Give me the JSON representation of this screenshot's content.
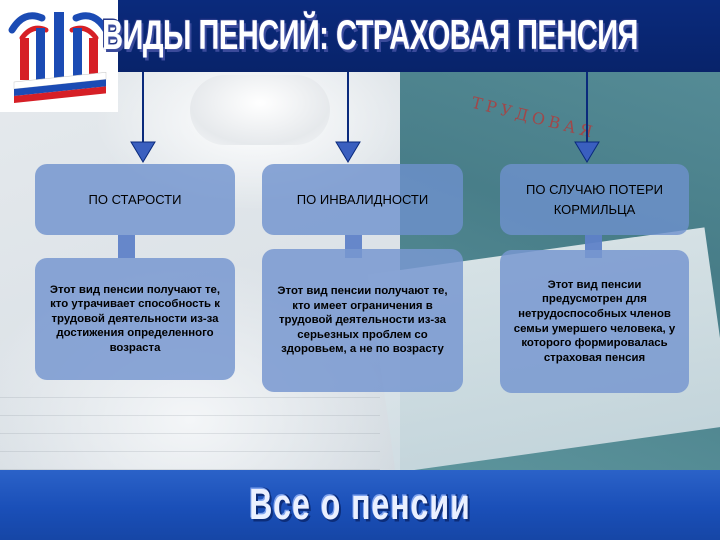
{
  "slide": {
    "title": "ВИДЫ ПЕНСИЙ: СТРАХОВАЯ ПЕНСИЯ",
    "footer": "Все о пенсии"
  },
  "background": {
    "document_text": "ТРУДОВАЯ"
  },
  "columns": [
    {
      "heading": "ПО СТАРОСТИ",
      "description": "Этот вид пенсии получают те, кто утрачивает способность к трудовой деятельности из-за достижения определенного возраста"
    },
    {
      "heading": "ПО ИНВАЛИДНОСТИ",
      "description": "Этот вид пенсии получают те, кто имеет ограничения в трудовой деятельности из-за серьезных проблем со здоровьем, а не по возрасту"
    },
    {
      "heading": "ПО СЛУЧАЮ ПОТЕРИ КОРМИЛЬЦА",
      "description": "Этот вид пенсии предусмотрен для нетрудоспособных членов семьи умершего человека, у которого формировалась страховая пенсия"
    }
  ],
  "colors": {
    "header": "#0a2a7c",
    "card": "#6e91cd",
    "footer": "#1a4fb8",
    "logo_blue": "#1b4bb4",
    "logo_red": "#d61f26"
  },
  "icons": {
    "logo": "pension-fund-logo",
    "arrows": "arrow-down-icon"
  }
}
